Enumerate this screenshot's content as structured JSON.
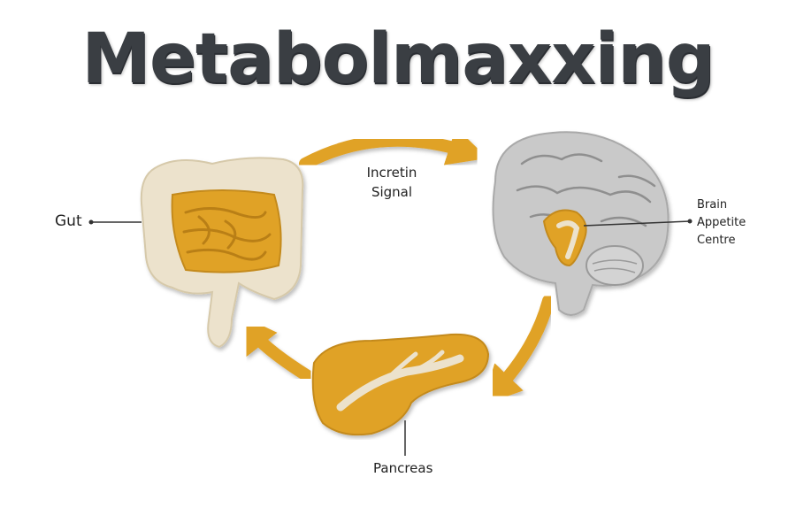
{
  "title": "Metabolmaxxing",
  "labels": {
    "gut": "Gut",
    "signal_line1": "Incretin",
    "signal_line2": "Signal",
    "brain_line1": "Brain",
    "brain_line2": "Appetite",
    "brain_line3": "Centre",
    "pancreas": "Pancreas"
  },
  "colors": {
    "orange": "#e0a228",
    "cream": "#ece2cc",
    "grey": "#c9c9c9",
    "title": "#3a3e43"
  }
}
